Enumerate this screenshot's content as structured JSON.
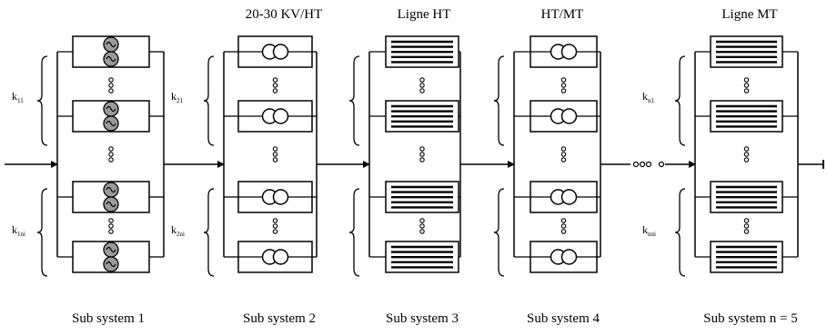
{
  "subsystems": [
    {
      "title": "",
      "caption": "Sub system 1",
      "element_type": "generator-icon",
      "group_labels": [
        {
          "base": "k",
          "sub": "11"
        },
        {
          "base": "k",
          "sub": "1ni"
        }
      ]
    },
    {
      "title": "20-30 KV/HT",
      "caption": "Sub system 2",
      "element_type": "transformer-icon",
      "group_labels": [
        {
          "base": "k",
          "sub": "21"
        },
        {
          "base": "k",
          "sub": "2ni"
        }
      ]
    },
    {
      "title": "Ligne HT",
      "caption": "Sub system 3",
      "element_type": "line-icon",
      "group_labels": []
    },
    {
      "title": "HT/MT",
      "caption": "Sub system 4",
      "element_type": "transformer-icon",
      "group_labels": []
    },
    {
      "title": "Ligne MT",
      "caption": "Sub system n = 5",
      "element_type": "line-icon",
      "group_labels": [
        {
          "base": "k",
          "sub": "n1"
        },
        {
          "base": "k",
          "sub": "nni"
        }
      ]
    }
  ]
}
